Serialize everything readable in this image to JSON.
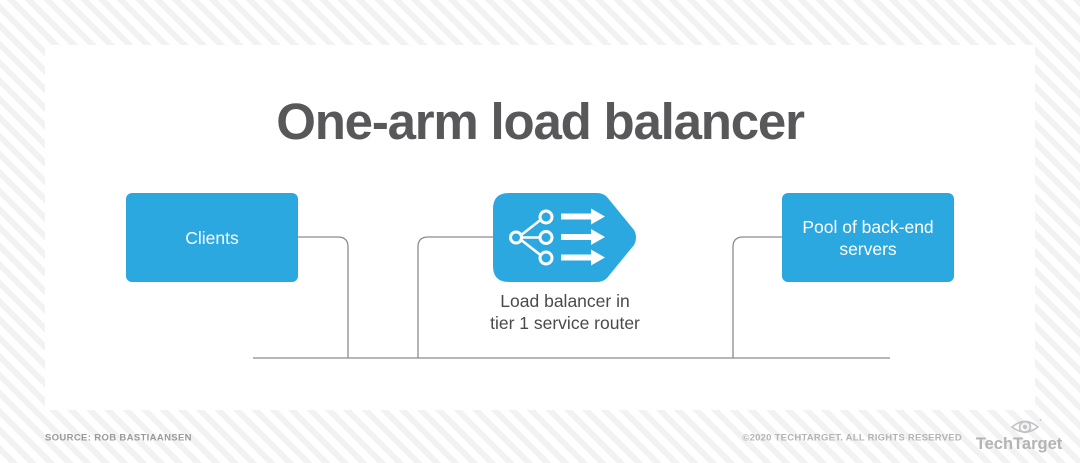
{
  "graphic": {
    "title": "One-arm load balancer",
    "background_color": "#f2f2f2",
    "card_color": "#ffffff",
    "accent_color": "#2ba8e0",
    "title_color": "#58585b",
    "line_color": "#8c8c8e",
    "nodes": [
      {
        "id": "clients",
        "label": "Clients"
      },
      {
        "id": "pool",
        "label": "Pool of back-end\nservers",
        "line1": "Pool of back-end",
        "line2": "servers"
      }
    ],
    "load_balancer": {
      "icon_name": "load-balancer-icon",
      "caption_line1": "Load balancer in",
      "caption_line2": "tier 1 service router"
    }
  },
  "footer": {
    "source": "SOURCE: ROB BASTIAANSEN",
    "copyright": "©2020 TECHTARGET. ALL RIGHTS RESERVED",
    "logo_text": "TechTarget",
    "logo_icon": "eye-icon"
  }
}
